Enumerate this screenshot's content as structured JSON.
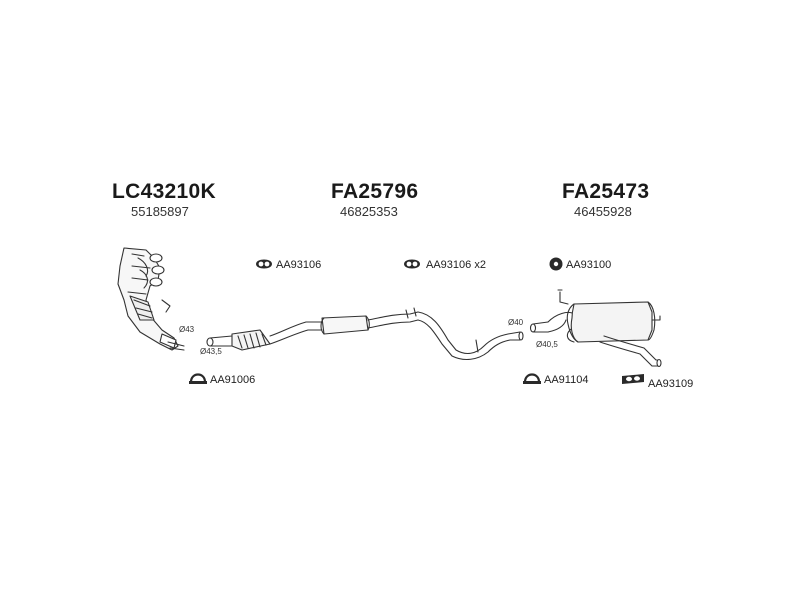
{
  "parts": [
    {
      "code": "LC43210K",
      "oe": "55185897"
    },
    {
      "code": "FA25796",
      "oe": "46825353"
    },
    {
      "code": "FA25473",
      "oe": "46455928"
    }
  ],
  "accessories": [
    {
      "label": "AA93106",
      "icon": "rubber-hanger-icon"
    },
    {
      "label": "AA93106 x2",
      "icon": "rubber-hanger-icon"
    },
    {
      "label": "AA93100",
      "icon": "rubber-mount-icon"
    },
    {
      "label": "AA91006",
      "icon": "pipe-clamp-icon"
    },
    {
      "label": "AA91104",
      "icon": "pipe-clamp-icon"
    },
    {
      "label": "AA93109",
      "icon": "gasket-icon"
    }
  ],
  "dimensions": [
    {
      "label": "Ø43"
    },
    {
      "label": "Ø43,5"
    },
    {
      "label": "Ø40"
    },
    {
      "label": "Ø40,5"
    }
  ]
}
